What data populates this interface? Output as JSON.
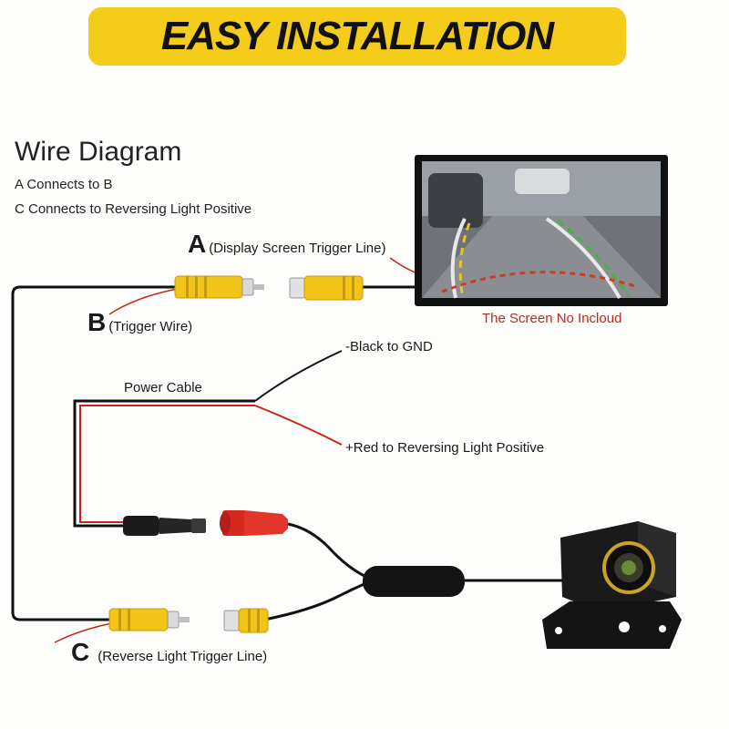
{
  "banner": {
    "title": "EASY INSTALLATION",
    "color": "#f6cc1a"
  },
  "heading": {
    "title": "Wire Diagram",
    "line1": "A Connects to B",
    "line2": "C Connects to Reversing Light Positive"
  },
  "labels": {
    "a_letter": "A",
    "a_text": "(Display Screen Trigger Line)",
    "b_letter": "B",
    "b_text": "(Trigger Wire)",
    "c_letter": "C",
    "c_text": "(Reverse Light Trigger Line)",
    "power_cable": "Power Cable",
    "black_gnd": "-Black to GND",
    "red_positive": "+Red to Reversing Light Positive",
    "screen_note": "The Screen No Incloud"
  },
  "colors": {
    "wire_black": "#111111",
    "wire_red": "#c8231a",
    "rca_yellow": "#f2c418",
    "note_red": "#c0281e"
  }
}
